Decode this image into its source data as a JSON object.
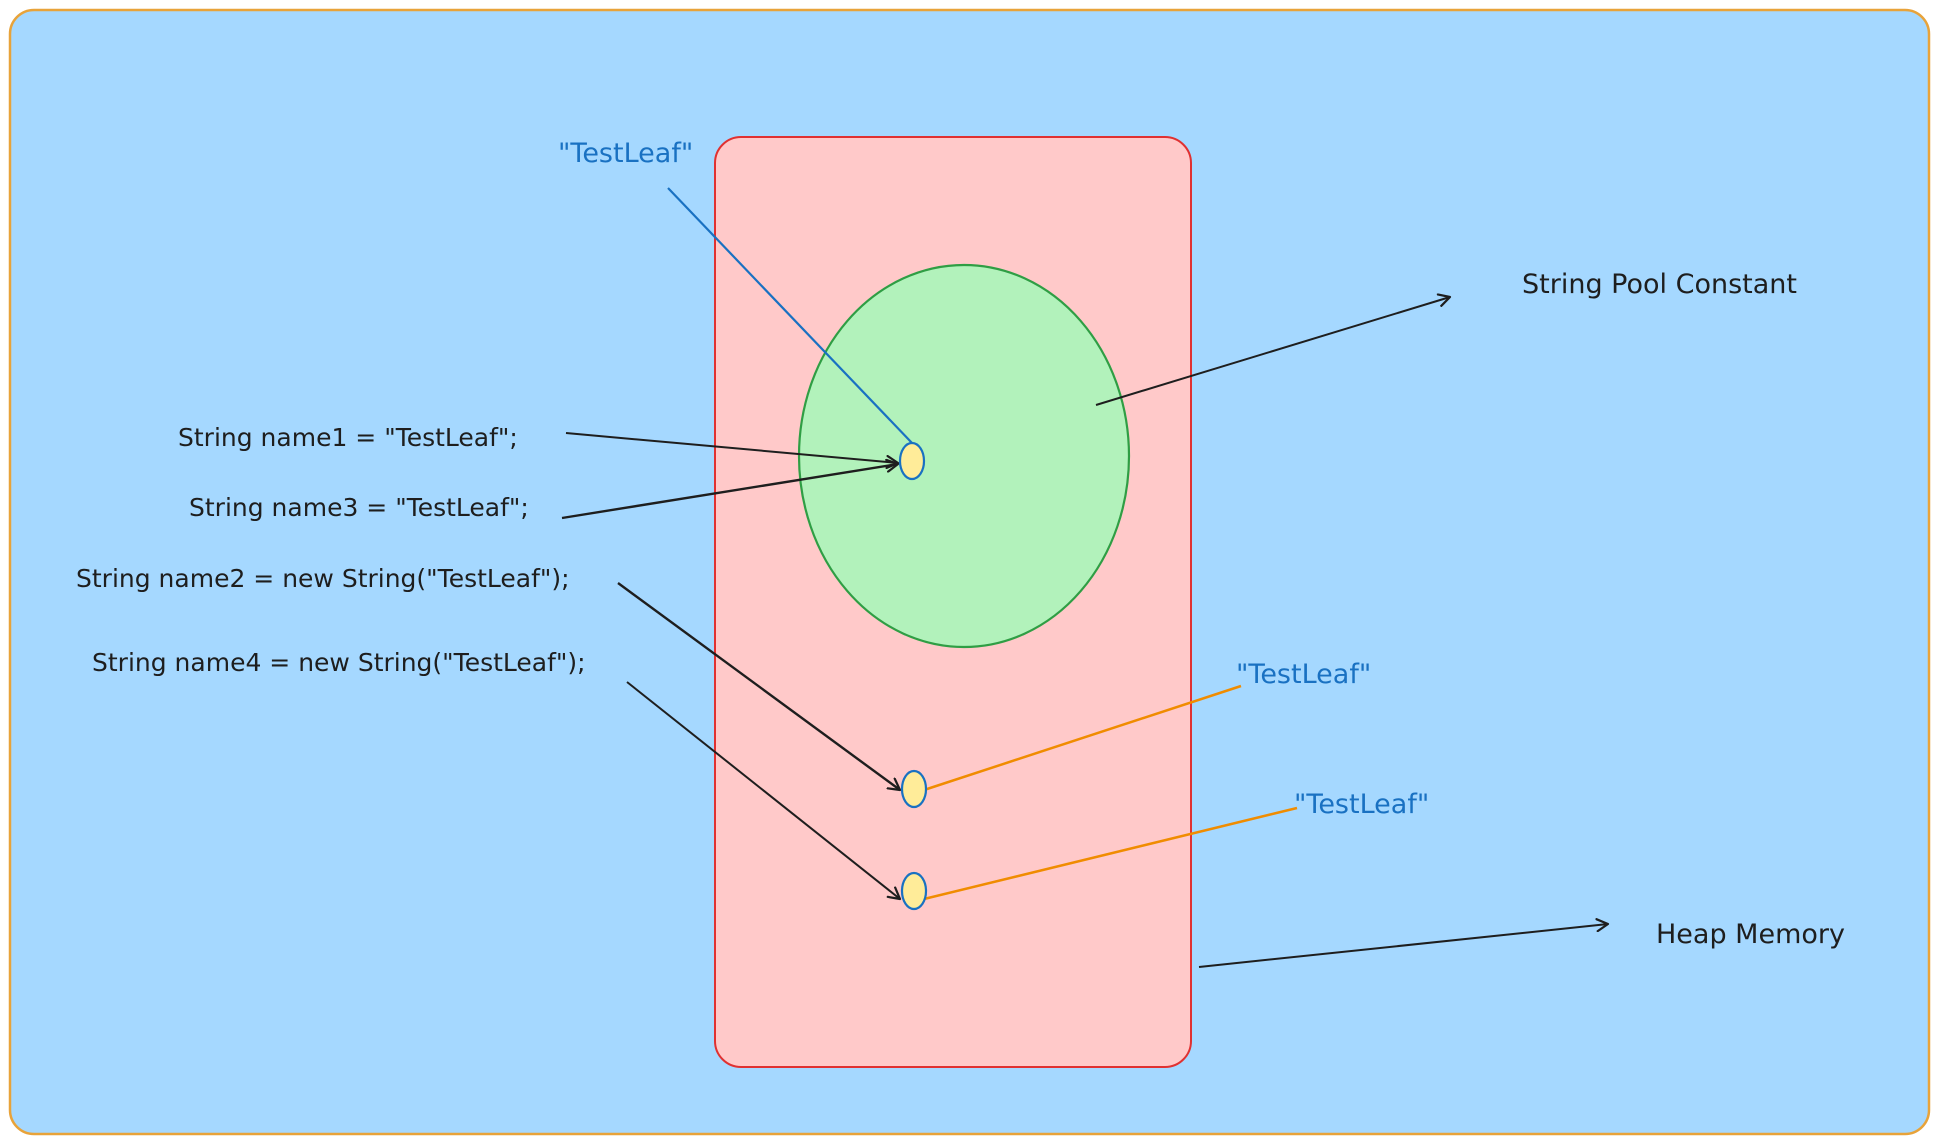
{
  "colors": {
    "background": "#a5d8ff",
    "frame_stroke": "#e8a33a",
    "heap_fill": "#ffc9c9",
    "heap_stroke": "#e03131",
    "pool_fill": "#b2f2bb",
    "pool_stroke": "#2f9e44",
    "node_fill": "#ffec99",
    "node_stroke": "#1971c2",
    "ink": "#1e1e1e",
    "blue_ink": "#1971c2",
    "orange_line": "#f08c00"
  },
  "labels": {
    "string_pool_constant": "String Pool Constant",
    "heap_memory": "Heap Memory",
    "pool_literal": "\"TestLeaf\"",
    "heap_literal_1": "\"TestLeaf\"",
    "heap_literal_2": "\"TestLeaf\""
  },
  "code": {
    "name1": "String name1 = \"TestLeaf\";",
    "name3": "String name3 = \"TestLeaf\";",
    "name2": "String name2 = new String(\"TestLeaf\");",
    "name4": "String name4 = new String(\"TestLeaf\");"
  }
}
